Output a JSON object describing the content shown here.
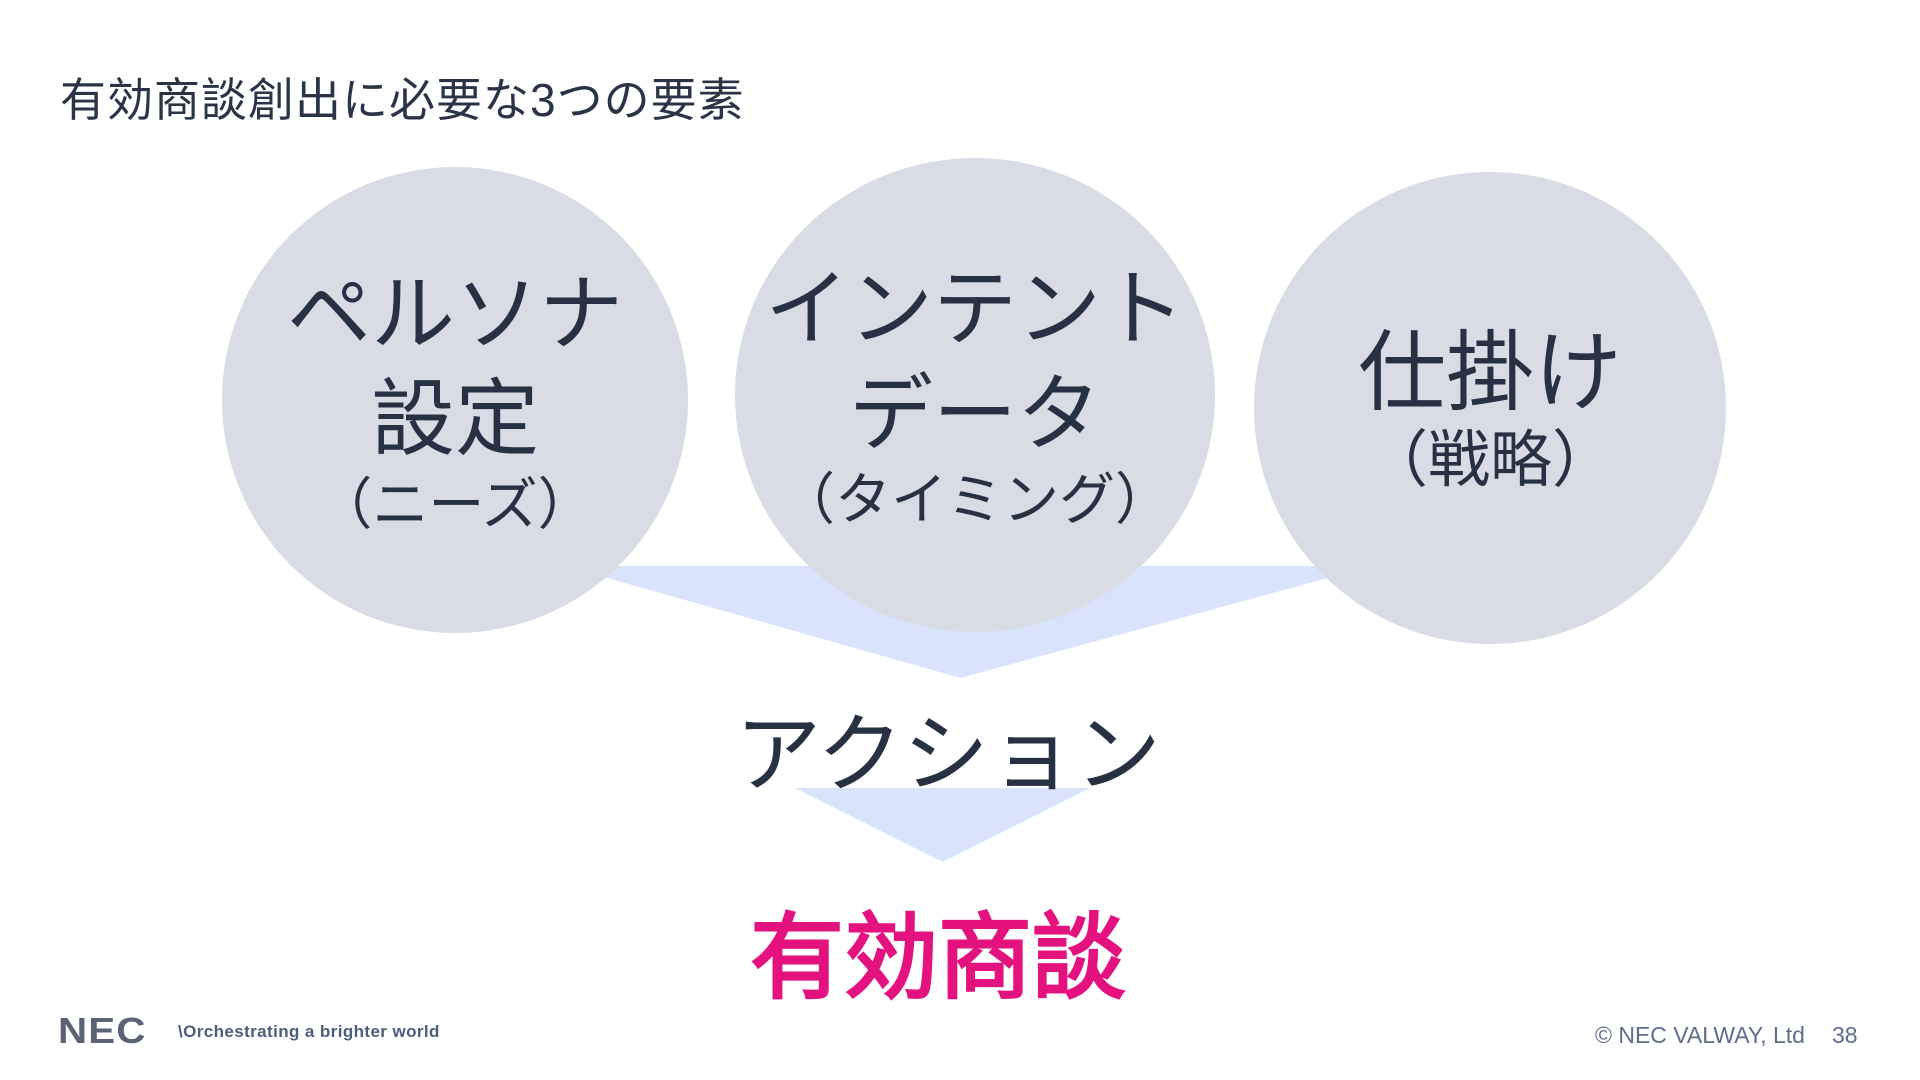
{
  "slide": {
    "title": "有効商談創出に必要な3つの要素",
    "circles": [
      {
        "main": [
          "ペルソナ",
          "設定"
        ],
        "sub": "（ニーズ）"
      },
      {
        "main": [
          "インテント",
          "データ"
        ],
        "sub": "（タイミング）"
      },
      {
        "main": [
          "仕掛け"
        ],
        "sub": "（戦略）"
      }
    ],
    "action_label": "アクション",
    "result_label": "有効商談",
    "colors": {
      "circle_fill": "#d9dce4",
      "arrow_blue": "#d9e3fc",
      "text_dark": "#273143",
      "result_magenta": "#e4127f",
      "footer_gray_blue": "#5e6d8e"
    },
    "footer": {
      "logo": "NEC",
      "tagline": "\\Orchestrating a brighter world",
      "copyright": "© NEC VALWAY, Ltd",
      "page_number": "38"
    }
  }
}
